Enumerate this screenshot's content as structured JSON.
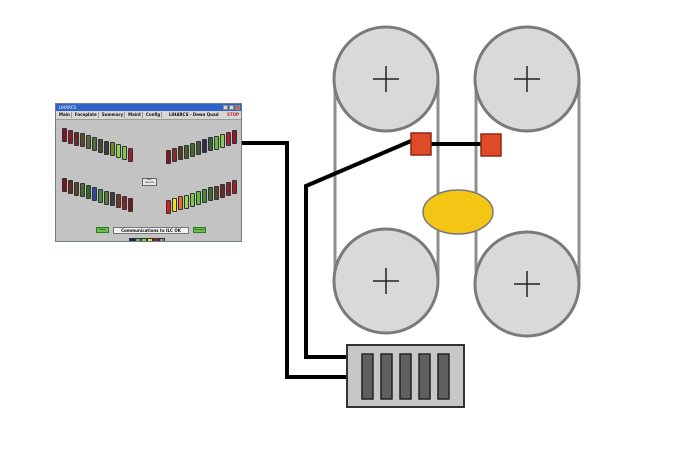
{
  "window": {
    "title": "LIHARCS",
    "app_name": "LIHARCS - Dewo Quad",
    "stop_label": "STOP",
    "menu": [
      "Main",
      "Faceplate",
      "Summary",
      "Maint",
      "Config"
    ],
    "center_button_line1": "ZERO",
    "center_button_line2": "SENSORS",
    "status_text": "Communications to ILC OK",
    "left_button_label": "Ready",
    "right_button_label": "Heartbeat"
  },
  "colors": {
    "rollers": "#d9d9d9",
    "roller_outline": "#7a7a7a",
    "sensor_red": "#e14a26",
    "ellipse_yellow": "#f3c515",
    "cable": "#000000",
    "controller_box": "#c7c7c7",
    "controller_slot": "#5f5f5f",
    "window_title_bar": "#2f63c9"
  },
  "icons": {
    "roller_center": "crosshair-plus",
    "window_close": "close-icon",
    "window_minimize": "minimize-icon",
    "window_maximize": "maximize-icon"
  },
  "controller_slot_count": 5,
  "groups": [
    {
      "name": "bank-top-left",
      "colors": [
        "#7d1620",
        "#8a1f2b",
        "#6d2a22",
        "#5f4a2a",
        "#556b2f",
        "#4f6b3a",
        "#4a4a34",
        "#3b3b3b",
        "#6b8e23",
        "#8fd44e",
        "#7ec850",
        "#a21c2f"
      ]
    },
    {
      "name": "bank-top-right",
      "colors": [
        "#7b1c1c",
        "#8a2a2a",
        "#5a3a22",
        "#4d5a2a",
        "#4a6b2f",
        "#3e5a3a",
        "#2f2f55",
        "#355f35",
        "#5fbf3a",
        "#7fd44e",
        "#b01c2a",
        "#9a1623"
      ]
    },
    {
      "name": "bank-bottom-left",
      "colors": [
        "#7a1620",
        "#6b2a22",
        "#4f4a2a",
        "#4a6b34",
        "#2d6b2d",
        "#2f4aa0",
        "#3f8f3f",
        "#5a7a3a",
        "#3f3f3f",
        "#6b3a22",
        "#8a1f2b",
        "#6d1a22"
      ]
    },
    {
      "name": "bank-bottom-right",
      "colors": [
        "#d41f1f",
        "#f2e01a",
        "#f06a1a",
        "#9ad44e",
        "#7ec850",
        "#5fbf3a",
        "#4a8a34",
        "#3e6b2f",
        "#5a4a2a",
        "#6b2a22",
        "#8a1f2b",
        "#a21c2f"
      ]
    }
  ],
  "legend_colors": [
    "#2a1f5a",
    "#5fbf3a",
    "#7fd44e",
    "#f2e01a",
    "#a21c2f",
    "#8a8a8a"
  ]
}
